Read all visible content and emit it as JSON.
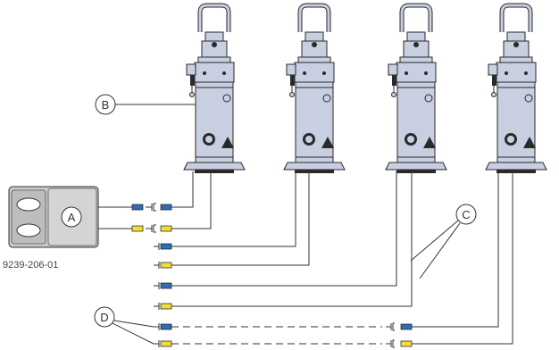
{
  "diagram": {
    "callouts": {
      "A": "A",
      "B": "B",
      "C": "C",
      "D": "D"
    },
    "part_number": "9239-206-01",
    "colors": {
      "cylinder_body": "#c8cfe1",
      "connector_blue": "#2f6db5",
      "connector_yellow": "#f2dc3a",
      "outline": "#2a2a2a"
    },
    "icons": [
      "remote-pendant-icon",
      "hydraulic-cylinder-icon",
      "connector-plug-icon",
      "hose-coupler-icon"
    ]
  }
}
